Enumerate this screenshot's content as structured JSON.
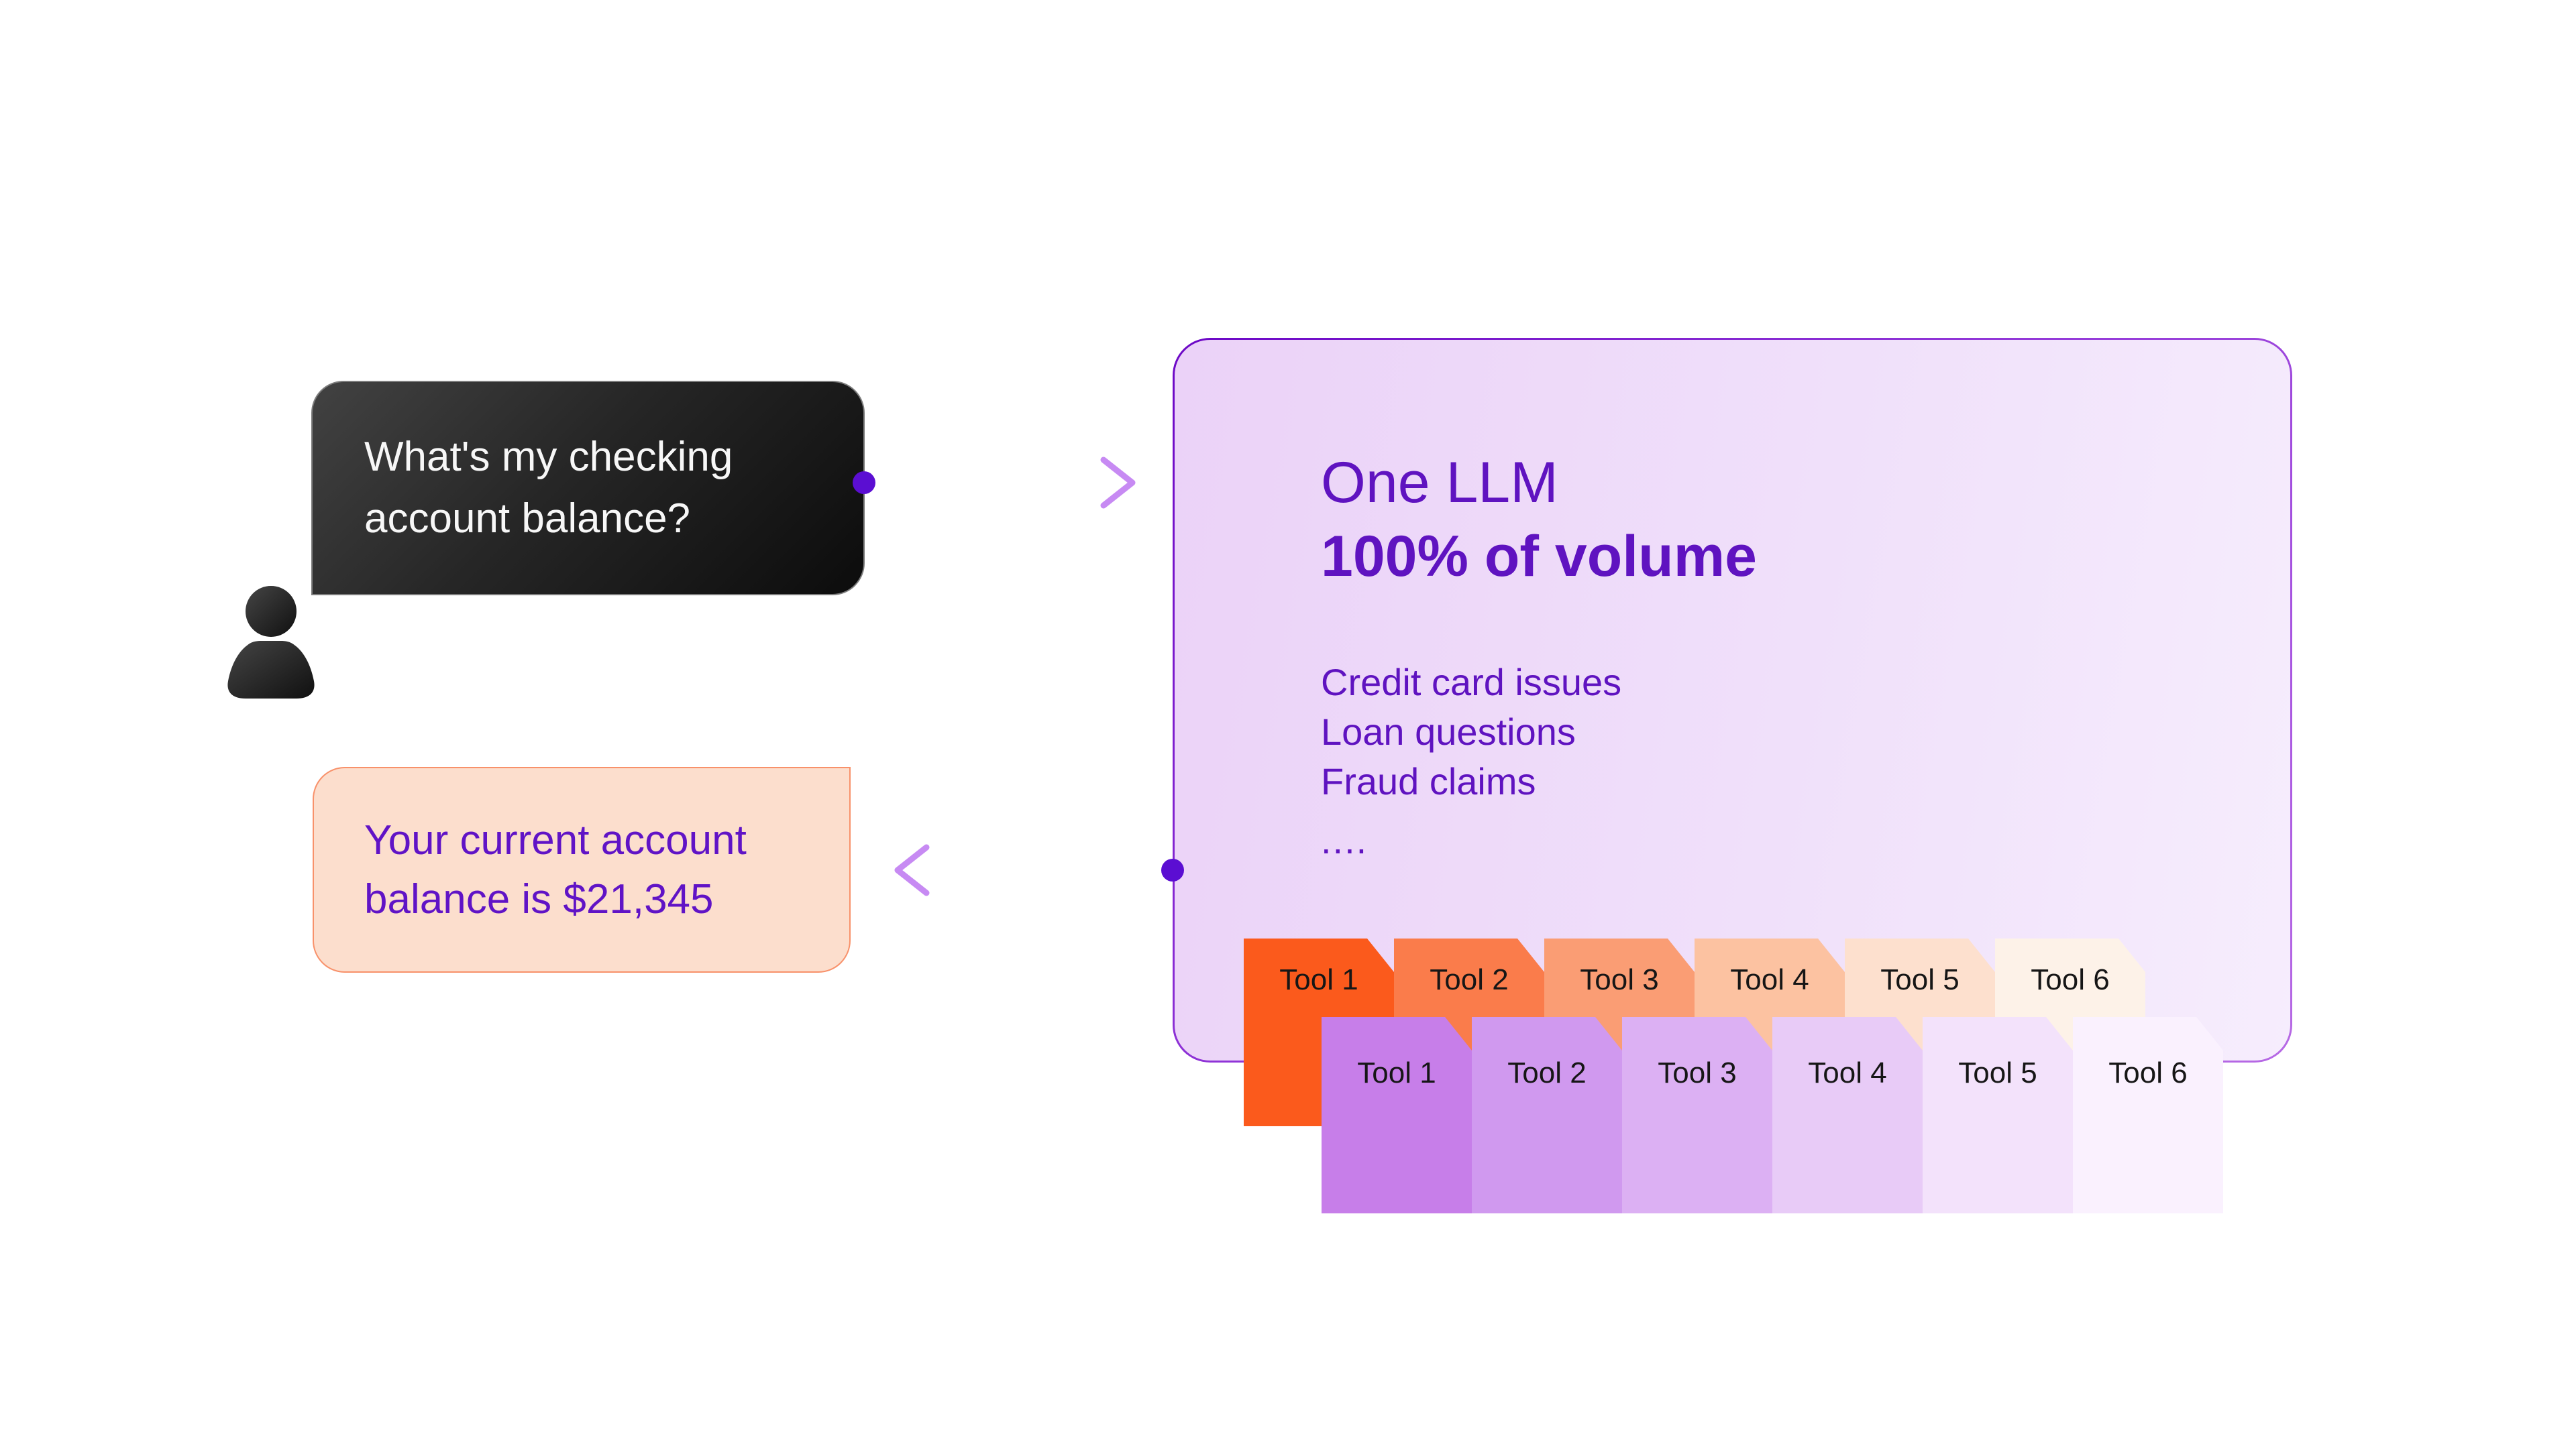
{
  "user_bubble": {
    "lines": [
      "What's my checking",
      "account balance?"
    ]
  },
  "reply_bubble": {
    "lines": [
      "Your current account",
      "balance is $21,345"
    ]
  },
  "llm_box": {
    "title": "One LLM",
    "subtitle": "100% of volume",
    "items": [
      "Credit card issues",
      "Loan questions",
      "Fraud claims"
    ],
    "ellipsis": "...."
  },
  "tools": {
    "orange": [
      {
        "label": "Tool 1",
        "color": "#fb5a1c"
      },
      {
        "label": "Tool 2",
        "color": "#fa7c4b"
      },
      {
        "label": "Tool 3",
        "color": "#fa9d74"
      },
      {
        "label": "Tool 4",
        "color": "#fcc2a1"
      },
      {
        "label": "Tool 5",
        "color": "#fde0ce"
      },
      {
        "label": "Tool 6",
        "color": "#fdf2e8"
      }
    ],
    "purple": [
      {
        "label": "Tool 1",
        "color": "#c77ee9"
      },
      {
        "label": "Tool 2",
        "color": "#d099ef"
      },
      {
        "label": "Tool 3",
        "color": "#dcb0f3"
      },
      {
        "label": "Tool 4",
        "color": "#e8cbf7"
      },
      {
        "label": "Tool 5",
        "color": "#f3e2fb"
      },
      {
        "label": "Tool 6",
        "color": "#faf1fe"
      }
    ]
  },
  "colors": {
    "text_purple": "#5f13c0",
    "arrow_dark": "#5b0ed2",
    "arrow_light": "#c78af3",
    "llm_box_border_dark": "#6c07c6",
    "llm_box_border_light": "#b76ae5",
    "llm_box_fill_left": "#ebd2f8",
    "llm_box_fill_right": "#f6edfd",
    "user_bubble_dark": "#0c0c0c",
    "user_bubble_text": "#f7f7f7",
    "reply_bubble_bg": "#fcdecd",
    "reply_bubble_border": "#f8916a",
    "tag_label": "#161616"
  }
}
